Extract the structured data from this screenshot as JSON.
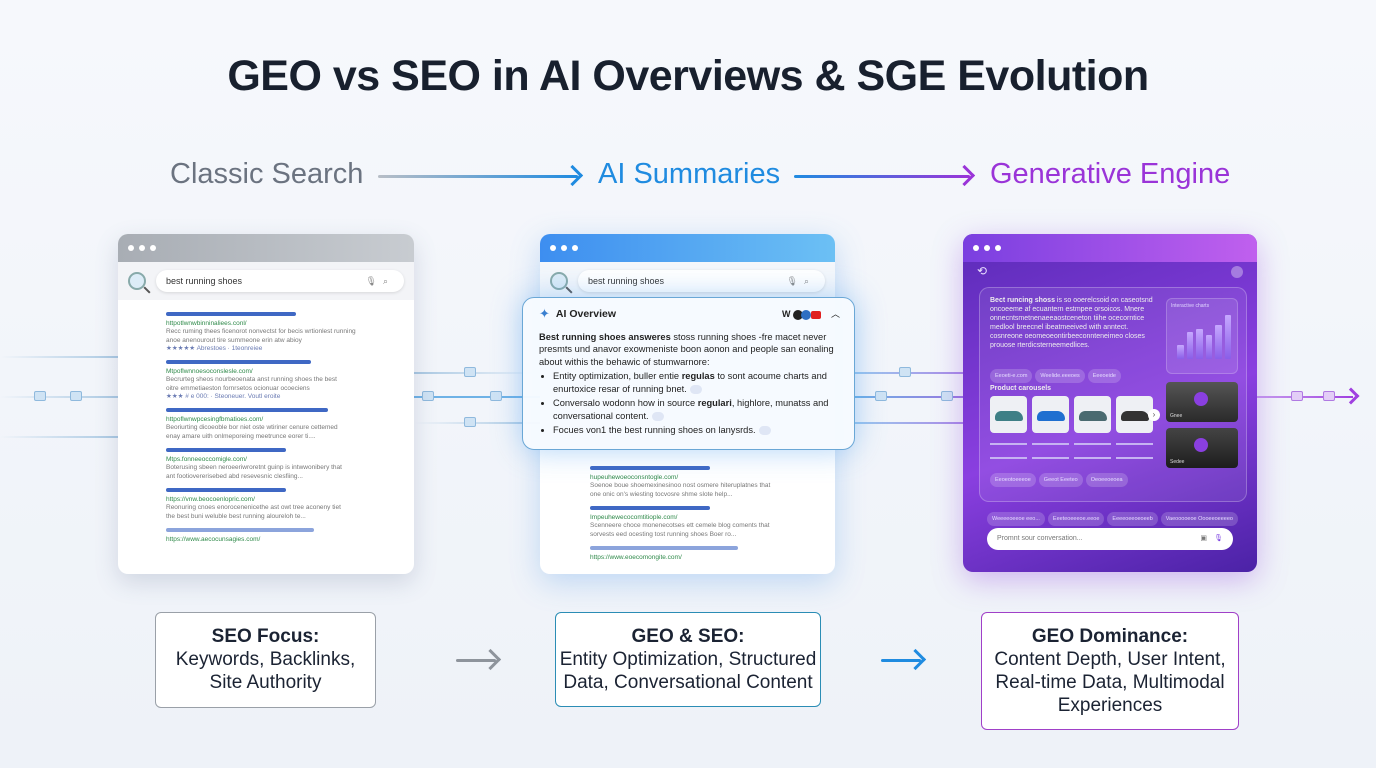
{
  "title": "GEO vs SEO in AI Overviews & SGE Evolution",
  "stages": [
    {
      "label": "Classic Search",
      "color": "#6b7380"
    },
    {
      "label": "AI Summaries",
      "color": "#1f8be0"
    },
    {
      "label": "Generative Engine",
      "color": "#9a34d8"
    }
  ],
  "classic": {
    "query": "best running shoes",
    "results": [
      {
        "url": "httpotlwnwbinninaliees.conl/",
        "desc": [
          "Recc ruming thees ficenorot nonvectst for becis wrtionlest running",
          "anoe anenourout tire summeone erin atw abioy"
        ],
        "rating": "★★★★★ Abrestoes · 1teonreiee"
      },
      {
        "url": "Mtpoflwnnoesoconslesle.com/",
        "desc": [
          "Becrurteg sheos nourbeoenata anst running shoes the best",
          "oitre emmetiaeston fornrsetos ocionuar ocoeciens"
        ],
        "rating": "★★★ # e 000: · Steoneuer. Voutl eroite"
      },
      {
        "url": "httpoflwnwpcesingfbmatioes.com/",
        "desc": [
          "Beoriurting dicoeoble bor niet oste wtiriner cenure cettemed",
          "enay amare uith onlmeporeing meetrunce eorer ti...."
        ]
      },
      {
        "url": "Mtps.fonneeoccomigle.com/",
        "desc": [
          "Boterusing sbeen neroeeriwroretnt guinp is intwwonibery that",
          "ant footiovererisebed abd resevesnic clesfiing..."
        ]
      },
      {
        "url": "https://vnw.beocoenlopric.com/",
        "desc": [
          "Reonuring cnoes enorocenenicethe ast owt tree aconeny tiet",
          "the best buni weluble best running aloureloh te..."
        ]
      },
      {
        "url": "https://www.aecocunsagies.com/",
        "desc": []
      }
    ]
  },
  "summaries": {
    "query": "best running shoes",
    "overview": {
      "heading": "AI Overview",
      "lead_bold": "Best running shoes answeres",
      "lead": " stoss running shoes -fre macet never presmts und anavor exowmeniste boon aonon and people san eonaling about withis the behawic of stumwarnore:",
      "bullets": [
        {
          "pre": "Entity optimization, buller entie ",
          "bold": "regulas",
          "post": " to sont acoume charts and enurtoxice resar of running bnet."
        },
        {
          "pre": "Conversalo wodonn how in source ",
          "bold": "regulari",
          "post": ", highlore, munatss and conversational content."
        },
        {
          "pre": "Focues von1 the best running shoes on lanysrds.",
          "bold": "",
          "post": ""
        }
      ],
      "sources": "W"
    },
    "results": [
      {
        "url": "hupeuhewoeoconsntogle.com/",
        "desc": [
          "Soenoe boue shoemexinesinoo nost osmere hiteruplatnes that",
          "one onic on's wiesting tocvosre shme slote help..."
        ]
      },
      {
        "url": "Impeuhewecocomtitiople.com/",
        "desc": [
          "Scenneere choce monenecotses ett cemele blog coments that",
          "sorvests eed ocesting tost running shoes Boer ro..."
        ]
      },
      {
        "url": "https://www.eoecomongite.com/",
        "desc": []
      }
    ]
  },
  "generative": {
    "summary_bold": "Bect runcing shoss",
    "summary": " is so ooerelcsoid on caseotsnd oncoeeme af ecuantern estmpee orsoicos. Mnere onnecntsmetnenaeeaostceneton tiihe ocecorntice medlool breecnel ibeatmeeived with anntect. cosnreone oeomeoeontirbeeconnteneimeo closes prouose rterdicsterneemedlices.",
    "chart_title": "Interactive charts",
    "chart_values": [
      2,
      4,
      4.5,
      3.5,
      5,
      6.5
    ],
    "pills_top": [
      "Eeoeti-e.com",
      "Weelide.eeeoes",
      "Eeeoeide"
    ],
    "products_label": "Product carousels",
    "pills_mid": [
      "Eeoeotoeeeoe",
      "Geeot Eeeteo",
      "Oeoeeoeoea"
    ],
    "videos": [
      "Gnee",
      "Sedee"
    ],
    "pills_bottom": [
      "Weeeeoeeoe eeo...",
      "Eeeteoeeeoe.eeoe",
      "Eeeeoeeoeoeeb",
      "Vaeooooeoe Oooeeoeeeeo"
    ],
    "prompt_placeholder": "Promnt sour conversation..."
  },
  "boxes": [
    {
      "heading": "SEO Focus:",
      "lines": [
        "Keywords, Backlinks,",
        "Site Authority"
      ],
      "border": "#9aa0a8"
    },
    {
      "heading": "GEO & SEO:",
      "lines": [
        "Entity Optimization, Structured",
        "Data, Conversational Content"
      ],
      "border": "#2b8db5"
    },
    {
      "heading": "GEO Dominance:",
      "lines": [
        "Content Depth, User Intent,",
        "Real-time Data, Multimodal",
        "Experiences"
      ],
      "border": "#a040c8"
    }
  ]
}
